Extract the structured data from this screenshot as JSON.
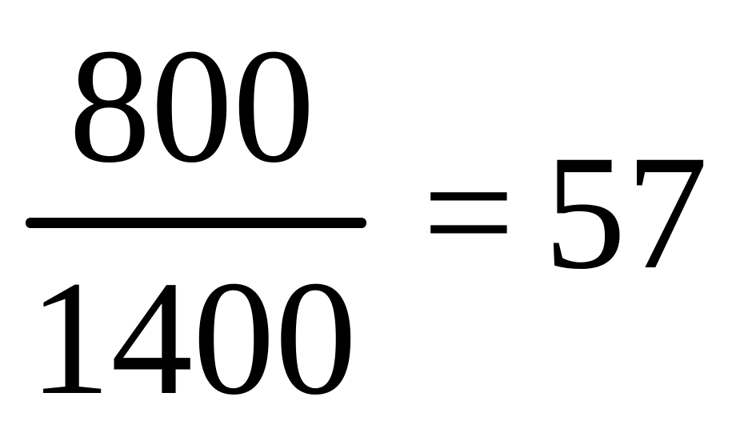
{
  "equation": {
    "numerator": "800",
    "denominator": "1400",
    "operator": "=",
    "result": "57"
  }
}
